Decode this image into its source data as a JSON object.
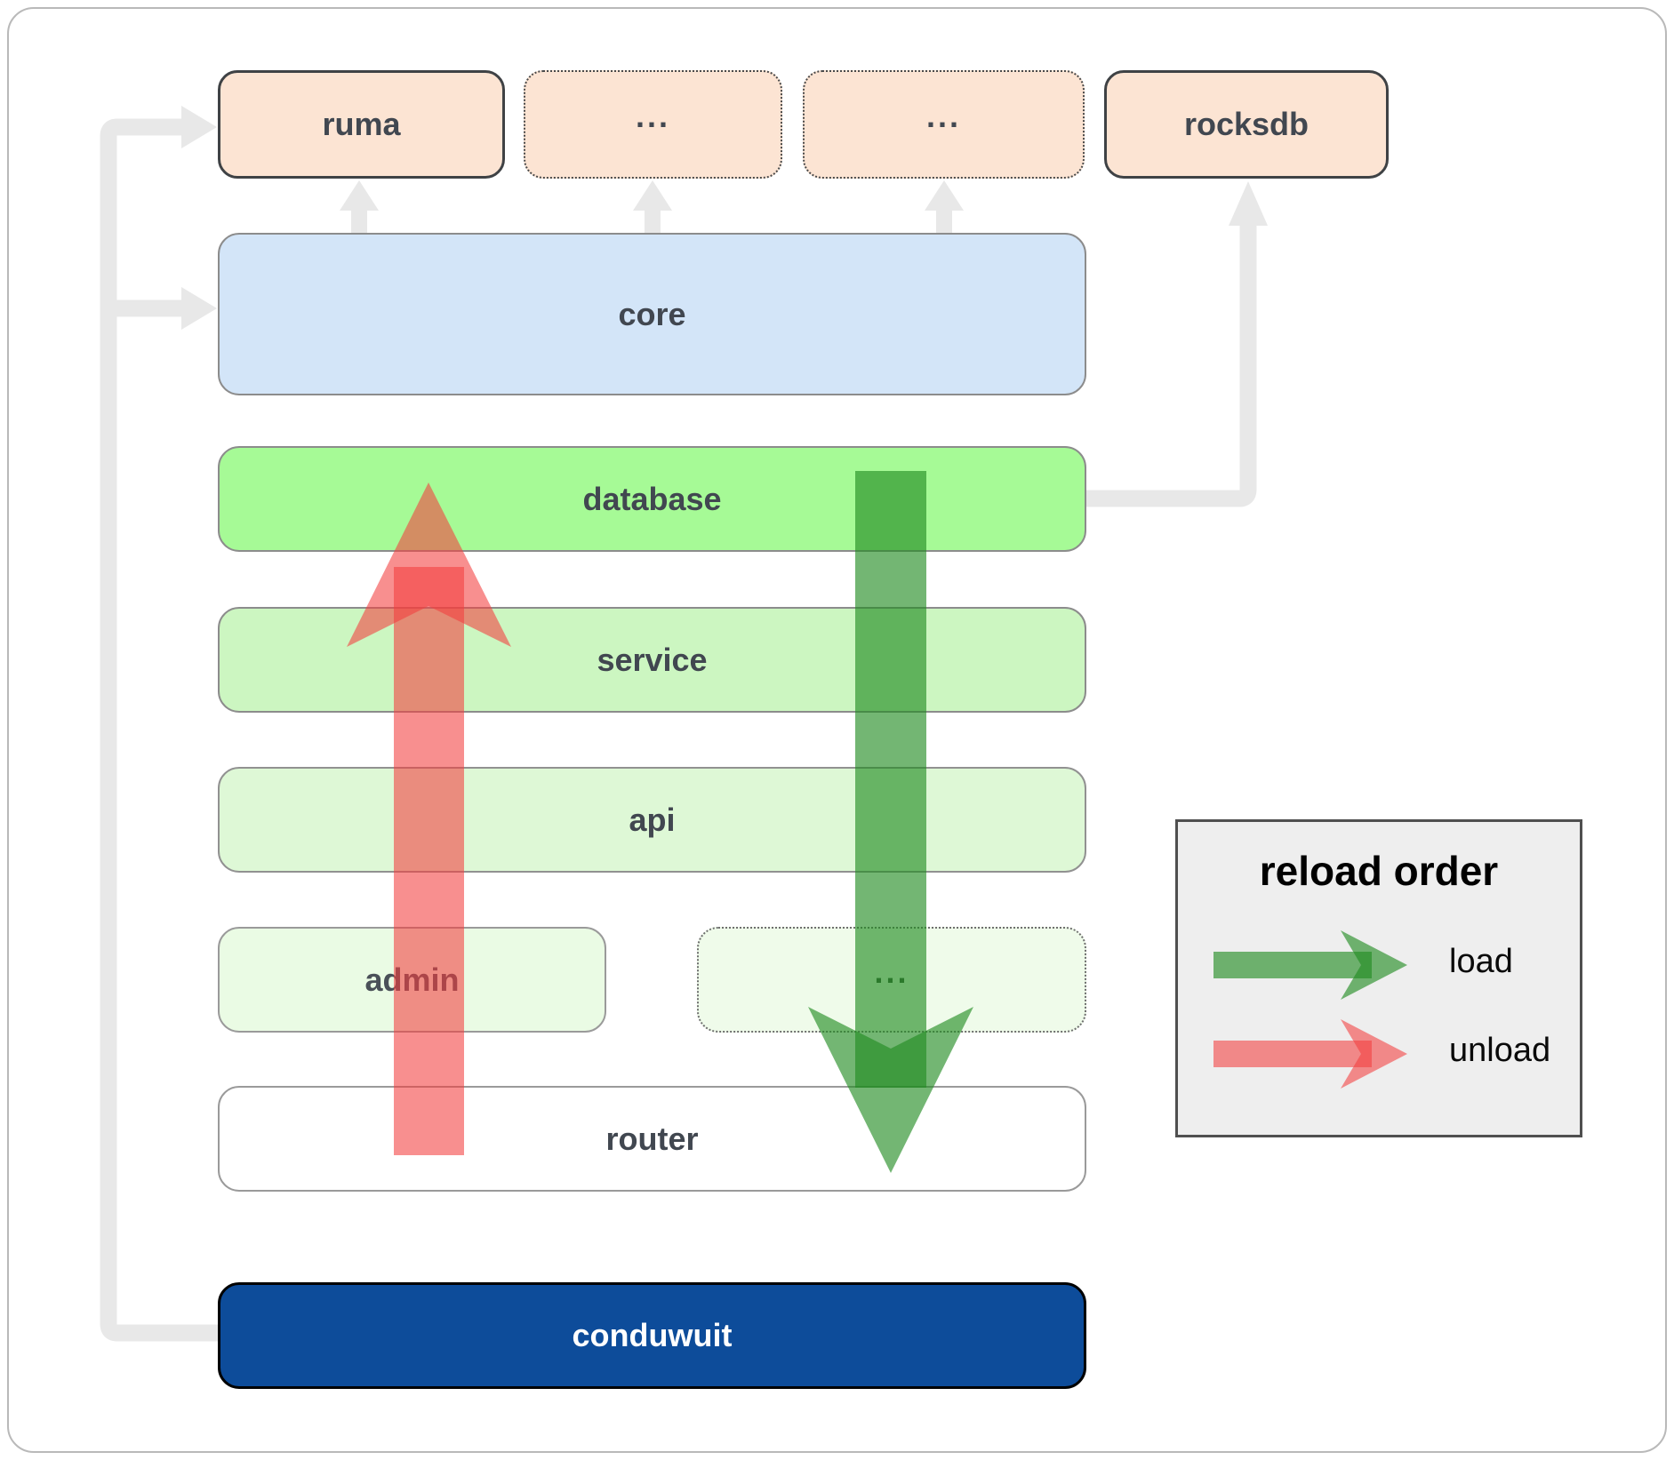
{
  "nodes": {
    "ruma": {
      "label": "ruma"
    },
    "dots1": {
      "label": "..."
    },
    "dots2": {
      "label": "..."
    },
    "rocksdb": {
      "label": "rocksdb"
    },
    "core": {
      "label": "core"
    },
    "database": {
      "label": "database"
    },
    "service": {
      "label": "service"
    },
    "api": {
      "label": "api"
    },
    "admin": {
      "label": "admin"
    },
    "dots3": {
      "label": "..."
    },
    "router": {
      "label": "router"
    },
    "conduwuit": {
      "label": "conduwuit"
    }
  },
  "legend": {
    "title": "reload order",
    "items": [
      {
        "id": "load",
        "label": "load",
        "color": "#228b22"
      },
      {
        "id": "unload",
        "label": "unload",
        "color": "#f33e3e"
      }
    ]
  },
  "edges": [
    {
      "from": "conduwuit",
      "to": "ruma",
      "type": "dependency"
    },
    {
      "from": "conduwuit",
      "to": "core",
      "type": "dependency"
    },
    {
      "from": "core",
      "to": "ruma",
      "type": "dependency"
    },
    {
      "from": "core",
      "to": "dots1",
      "type": "dependency"
    },
    {
      "from": "core",
      "to": "dots2",
      "type": "dependency"
    },
    {
      "from": "database",
      "to": "rocksdb",
      "type": "dependency"
    },
    {
      "from": "database",
      "to": "router",
      "type": "load"
    },
    {
      "from": "router",
      "to": "database",
      "type": "unload"
    }
  ],
  "colors": {
    "peach": "#fce4d3",
    "core_blue": "#d3e5f8",
    "database_green": "#a6fa96",
    "service_green": "#ccf6c1",
    "api_green": "#def8d6",
    "admin_green": "#eafbe4",
    "placeholder_green": "#effbea",
    "router_white": "#ffffff",
    "conduwuit_blue": "#0d4c9a",
    "load_green": "#228b22",
    "unload_red": "#f33e3e",
    "connector_gray": "#e8e8e8",
    "legend_bg": "#eeeeee"
  }
}
